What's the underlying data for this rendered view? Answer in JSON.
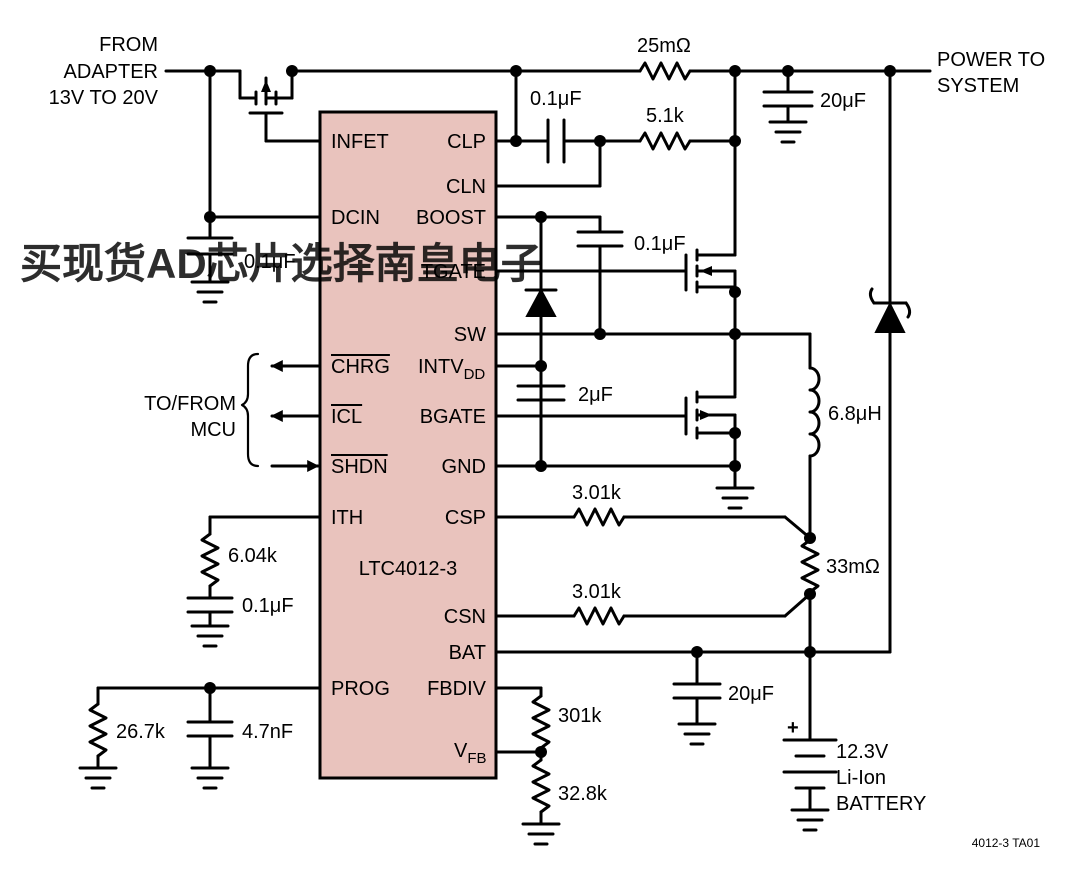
{
  "ic": {
    "name": "LTC4012-3",
    "pins_left": {
      "infet": "INFET",
      "dcin": "DCIN",
      "chrg": "CHRG",
      "icl": "ICL",
      "shdn": "SHDN",
      "ith": "ITH",
      "prog": "PROG"
    },
    "pins_right": {
      "clp": "CLP",
      "cln": "CLN",
      "boost": "BOOST",
      "tgate": "TGATE",
      "sw": "SW",
      "intvdd_main": "INTV",
      "intvdd_sub": "DD",
      "bgate": "BGATE",
      "gnd": "GND",
      "csp": "CSP",
      "csn": "CSN",
      "bat": "BAT",
      "fbdiv": "FBDIV",
      "vfb_main": "V",
      "vfb_sub": "FB"
    }
  },
  "labels": {
    "adapter_line1": "FROM",
    "adapter_line2": "ADAPTER",
    "adapter_line3": "13V TO 20V",
    "system_line1": "POWER TO",
    "system_line2": "SYSTEM",
    "mcu_line1": "TO/FROM",
    "mcu_line2": "MCU",
    "battery_plus": "+",
    "battery_line1": "12.3V",
    "battery_line2": "Li-Ion",
    "battery_line3": "BATTERY",
    "figure_id": "4012-3 TA01"
  },
  "components": {
    "r_input_sense": "25mΩ",
    "c_clp": "0.1μF",
    "r_clp": "5.1k",
    "c_out": "20μF",
    "c_dcin": "0.1μF",
    "c_boost": "0.1μF",
    "c_intvdd": "2μF",
    "inductor": "6.8μH",
    "r_csp": "3.01k",
    "r_csn": "3.01k",
    "r_charge_sense": "33mΩ",
    "r_ith": "6.04k",
    "c_ith": "0.1μF",
    "c_bat": "20μF",
    "r_prog": "26.7k",
    "c_prog": "4.7nF",
    "r_fb_top": "301k",
    "r_fb_bottom": "32.8k"
  },
  "watermark": "买现货AD芯片选择南皇电子",
  "colors": {
    "ic_body": "#e9c3bd",
    "watermark": "#e8473f",
    "wire": "#000000"
  }
}
